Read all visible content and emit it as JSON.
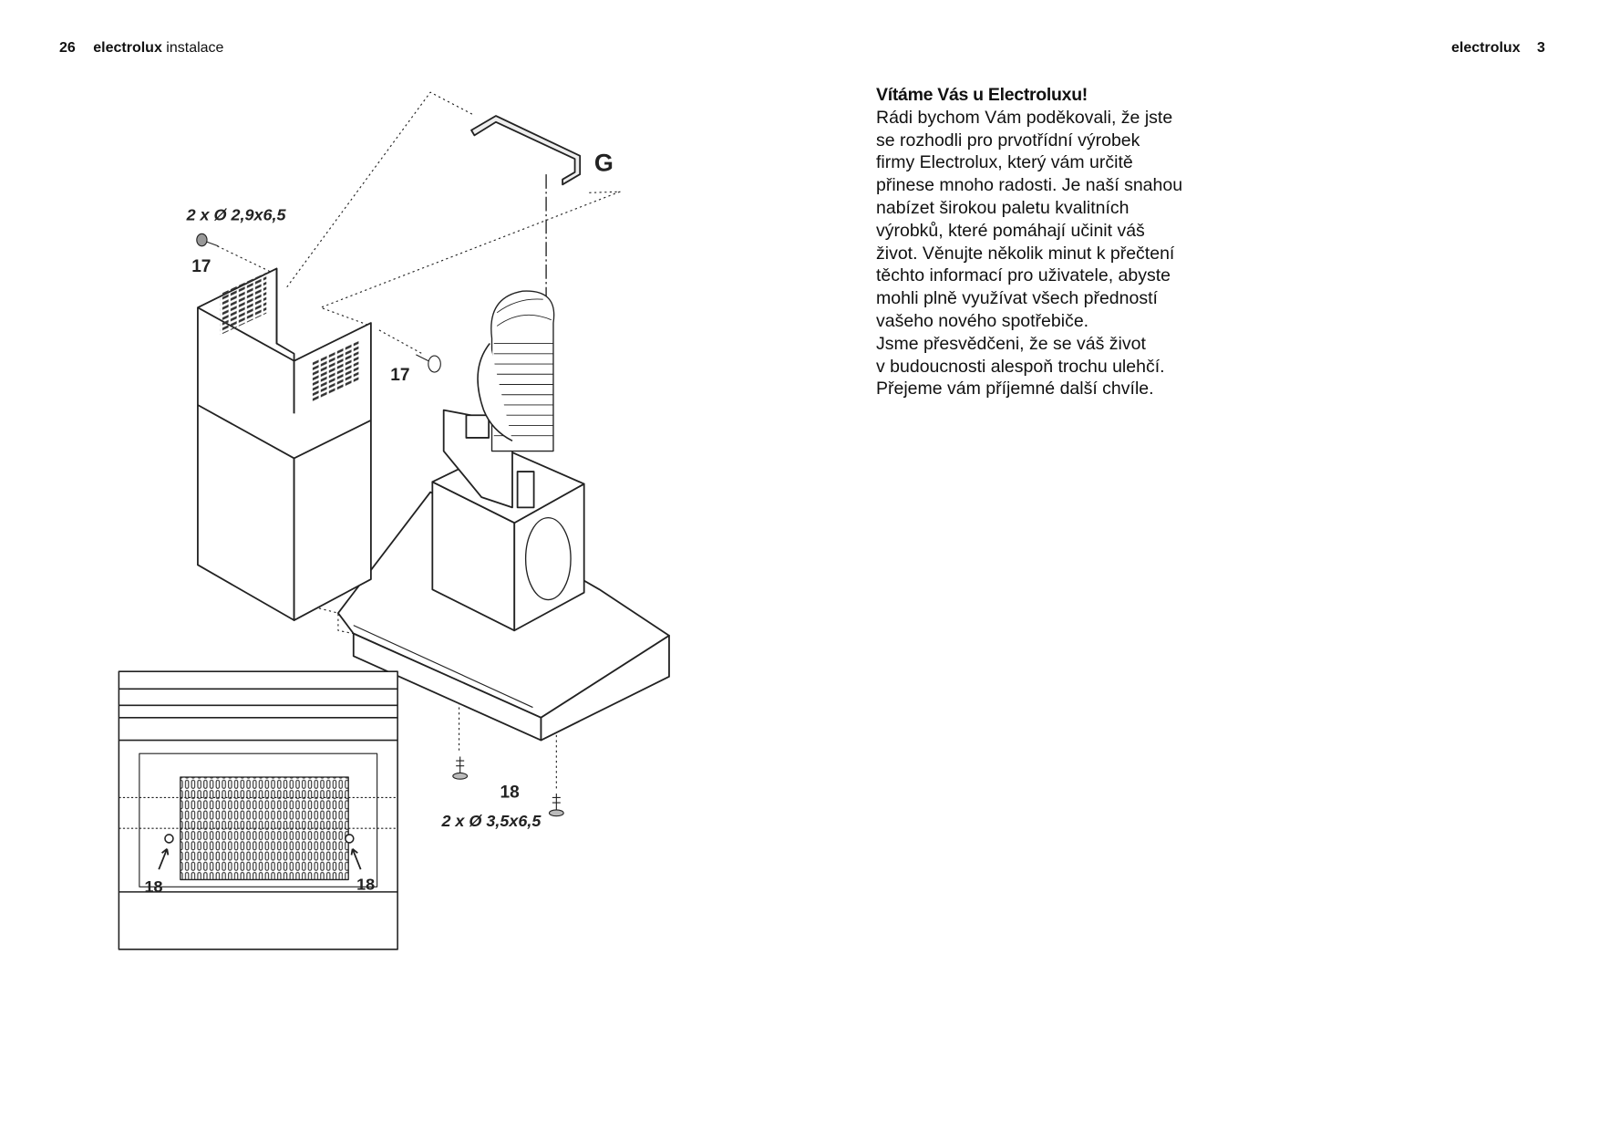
{
  "header_left": {
    "page_number": "26",
    "brand": "electrolux",
    "section": "instalace"
  },
  "header_right": {
    "brand": "electrolux",
    "page_number": "3"
  },
  "intro": {
    "title": "Vítáme Vás u Electroluxu!",
    "body": "Rádi bychom Vám poděkovali, že jste\nse rozhodli pro prvotřídní výrobek\nfirmy Electrolux, který vám určitě\npřinese mnoho radosti. Je naší snahou\nnabízet širokou paletu kvalitních\nvýrobků, které pomáhají učinit váš\nživot.  Věnujte několik minut k přečtení\ntěchto informací pro uživatele, abyste\nmohli plně využívat všech předností\nvašeho nového spotřebiče.\nJsme přesvědčeni, že se váš život\nv budoucnosti alespoň trochu ulehčí.\nPřejeme vám příjemné další chvíle."
  },
  "diagram": {
    "screw_spec_top": "2 x Ø 2,9x6,5",
    "screw_label_17a": "17",
    "screw_label_17b": "17",
    "bracket_label": "G",
    "screw_label_18": "18",
    "screw_spec_bottom": "2 x Ø 3,5x6,5",
    "inset_label_left": "18",
    "inset_label_right": "18"
  }
}
